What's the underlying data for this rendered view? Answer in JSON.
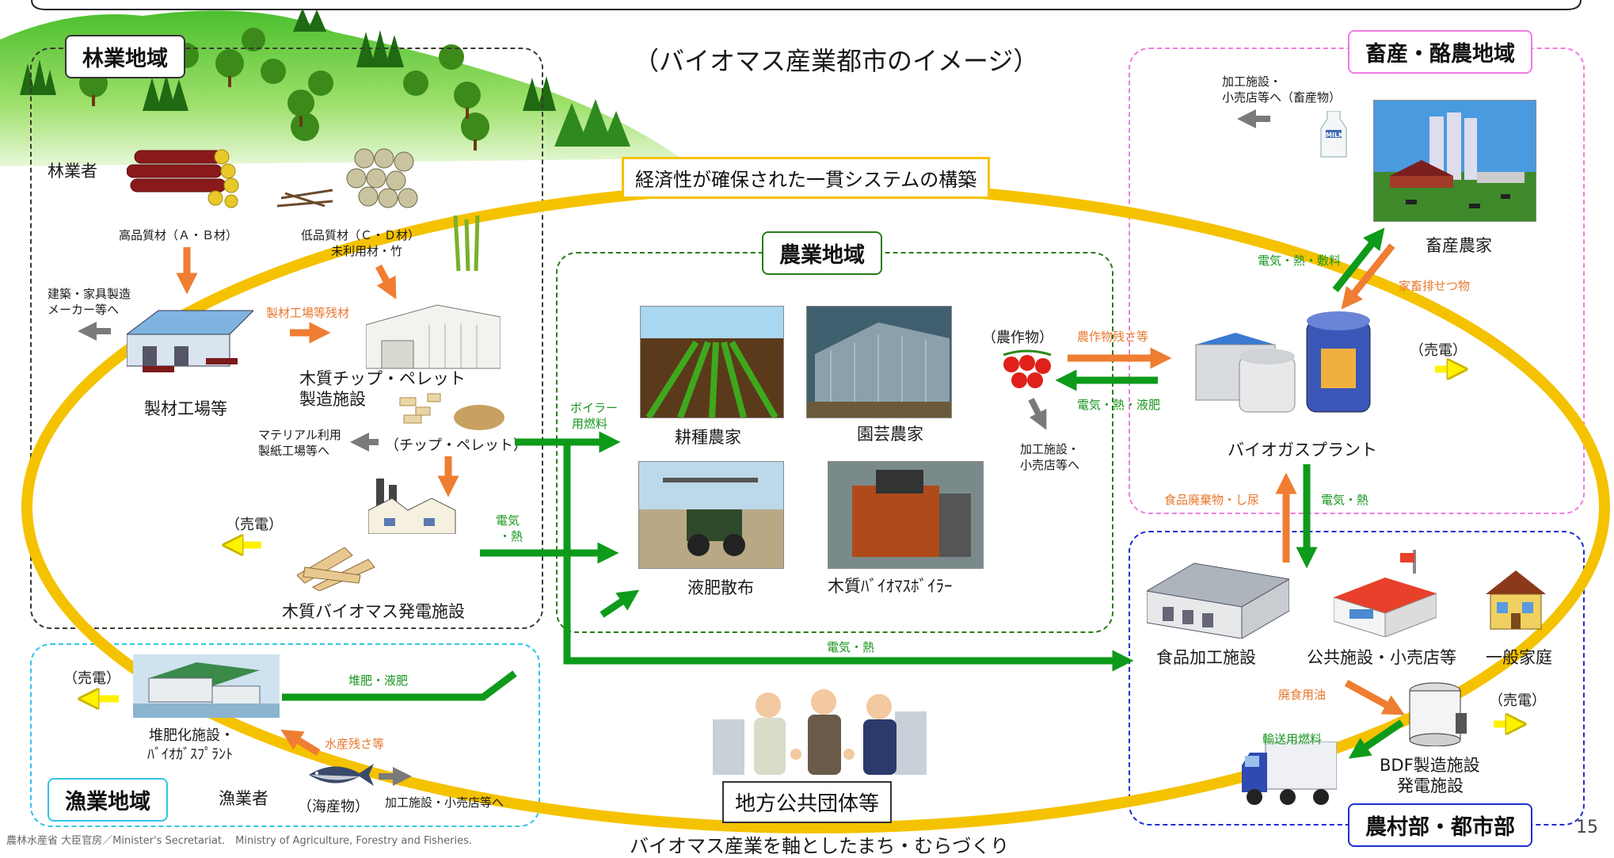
{
  "title": "（バイオマス産業都市のイメージ）",
  "system_label": "経済性が確保された一貫システムの構築",
  "local_gov_label": "地方公共団体等",
  "bottom_caption": "バイオマス産業を軸としたまち・むらづくり",
  "footer": "農林水産省 大臣官房／Minister's Secretariat.　Ministry of Agriculture, Forestry and Fisheries.",
  "page_number": "15",
  "regions": {
    "forestry": "林業地域",
    "livestock": "畜産・酪農地域",
    "agriculture": "農業地域",
    "fishery": "漁業地域",
    "urban": "農村部・都市部"
  },
  "forestry": {
    "forester": "林業者",
    "high_quality": "高品質材（Ａ・Ｂ材）",
    "low_quality": "低品質材（Ｃ・Ｄ材）",
    "unused": "未利用材・竹",
    "building_line1": "建築・家具製造",
    "building_line2": "メーカー等へ",
    "sawmill_residue": "製材工場等残材",
    "sawmill": "製材工場等",
    "chip_line1": "木質チップ・ペレット",
    "chip_line2": "製造施設",
    "material_line1": "マテリアル利用",
    "material_line2": "製紙工場等へ",
    "chip_pellet": "（チップ・ペレット）",
    "sell_power": "（売電）",
    "biomass_power_plant": "木質バイオマス発電施設"
  },
  "agriculture": {
    "boiler_fuel_line1": "ボイラー",
    "boiler_fuel_line2": "用燃料",
    "elec_heat_line1": "電気",
    "elec_heat_line2": "・熱",
    "crop_farmer": "耕種農家",
    "horticulture": "園芸農家",
    "liquid_fertilizer": "液肥散布",
    "wood_boiler": "木質ﾊﾞｲｵﾏｽﾎﾞｲﾗｰ",
    "crops": "（農作物）",
    "crop_residue": "農作物残さ等",
    "elec_heat_liquid": "電気・熱・液肥",
    "processing_line1": "加工施設・",
    "processing_line2": "小売店等へ",
    "elec_heat_bottom": "電気・熱"
  },
  "livestock": {
    "processing_line1": "加工施設・",
    "processing_line2": "小売店等へ（畜産物）",
    "milk_label": "MILK",
    "livestock_farmer": "畜産農家",
    "elec_heat_bedding": "電気・熱・敷料",
    "manure": "家畜排せつ物",
    "sell_power": "（売電）",
    "biogas_plant": "バイオガスプラント",
    "food_waste": "食品廃棄物・し尿",
    "elec_heat": "電気・熱"
  },
  "urban": {
    "food_processing": "食品加工施設",
    "public_retail": "公共施設・小売店等",
    "household": "一般家庭",
    "waste_oil": "廃食用油",
    "transport_fuel": "輸送用燃料",
    "bdf_line1": "BDF製造施設",
    "bdf_line2": "発電施設",
    "sell_power": "（売電）"
  },
  "fishery": {
    "sell_power": "（売電）",
    "compost_liquid": "堆肥・液肥",
    "compost_line1": "堆肥化施設・",
    "compost_line2": "ﾊﾞｲｵｶﾞｽﾌﾟﾗﾝﾄ",
    "fish_residue": "水産残さ等",
    "fisher": "漁業者",
    "seafood": "（海産物）",
    "processing": "加工施設・小売店等へ"
  },
  "colors": {
    "ellipse": "#f5c200",
    "arrow_green": "#0e9a1a",
    "arrow_orange": "#ef7d32",
    "arrow_gray": "#7a7a7a",
    "arrow_yellow": "#fff200",
    "forestry_border": "#3a3a2a",
    "livestock_border": "#f07be0",
    "agriculture_border": "#2a7a1a",
    "fishery_border": "#2fc5e6",
    "urban_border": "#1e2fd0"
  },
  "icons": [
    "tree-icon",
    "log-pile-icon",
    "bamboo-icon",
    "factory-icon",
    "milk-bottle-icon",
    "tomato-icon",
    "fish-icon",
    "truck-icon",
    "house-icon",
    "tank-icon",
    "handshake-icon"
  ]
}
